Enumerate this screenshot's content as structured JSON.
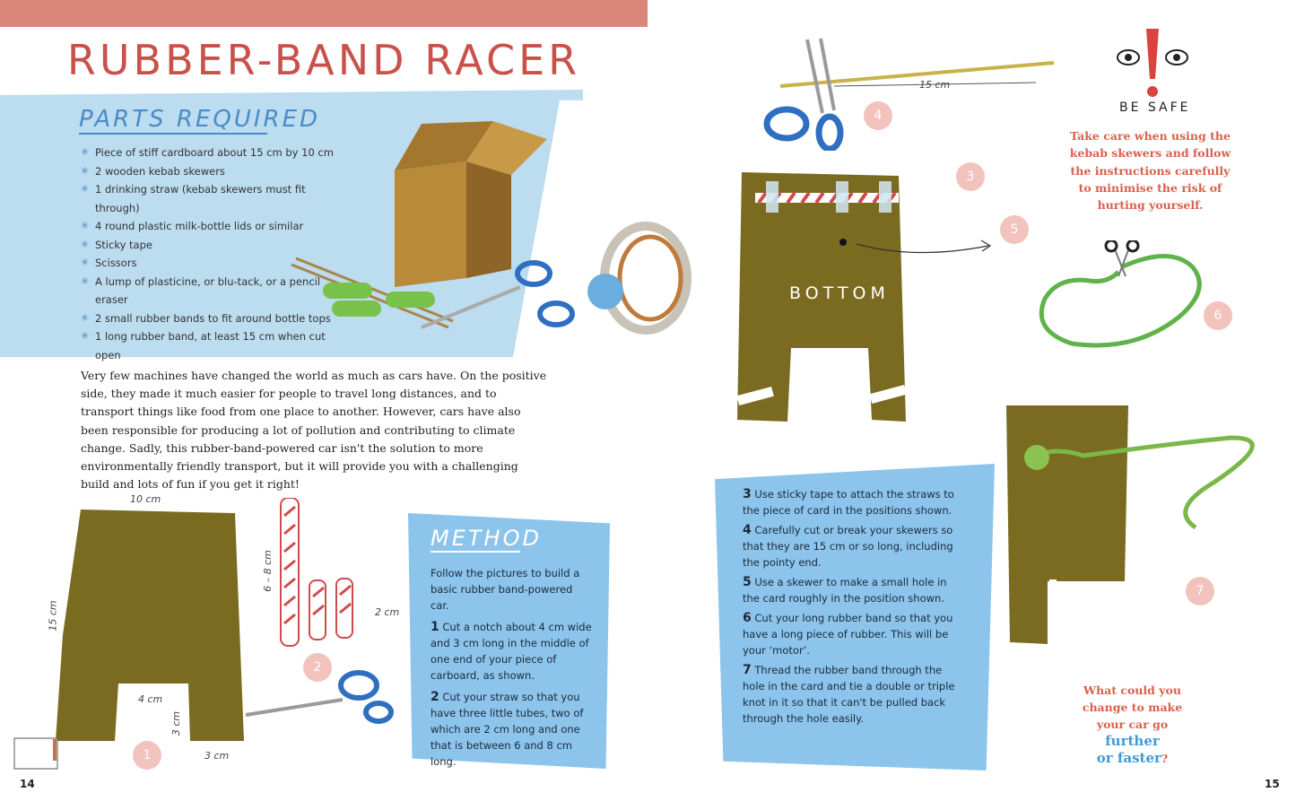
{
  "title": "RUBBER-BAND RACER",
  "parts": {
    "heading": "PARTS REQUIRED",
    "items": [
      "Piece of stiff cardboard about 15 cm by 10 cm",
      "2 wooden kebab skewers",
      "1 drinking straw (kebab skewers must fit through)",
      "4 round plastic milk-bottle lids or similar",
      "Sticky tape",
      "Scissors",
      "A lump of plasticine, or blu-tack, or a pencil eraser",
      "2 small rubber bands to fit around bottle tops",
      "1 long rubber band, at least 15 cm when cut open"
    ]
  },
  "intro": "Very few machines have changed the world as much as cars have. On the positive side, they made it much easier for people to travel long distances, and to transport things like food from one place to another. However, cars have also been responsible for producing a lot of pollution and contributing to climate change. Sadly, this rubber-band-powered car isn't the solution to more environmentally friendly transport, but it will provide you with a challenging build and lots of fun if you get it right!",
  "dimensions": {
    "card_width": "10 cm",
    "card_height": "15 cm",
    "notch_width": "4 cm",
    "notch_height": "3 cm",
    "leg_width": "3 cm",
    "straw_long": "6 – 8 cm",
    "straw_short": "2 cm",
    "skewer_length": "15 cm"
  },
  "method": {
    "heading": "METHOD",
    "intro": "Follow the pictures to build a basic rubber band-powered car.",
    "steps": [
      {
        "num": "1",
        "text": "Cut a notch about 4 cm wide and 3 cm long in the middle of one end of your piece of carboard, as shown."
      },
      {
        "num": "2",
        "text": "Cut your straw so that you have three little tubes, two of which are 2 cm long and one that is between 6 and 8 cm long."
      },
      {
        "num": "3",
        "text": "Use sticky tape to attach the straws to the piece of card in the positions shown."
      },
      {
        "num": "4",
        "text": "Carefully cut or break your skewers so that they are 15 cm or so long, including the pointy end."
      },
      {
        "num": "5",
        "text": "Use a skewer to make a small hole in the card roughly in the position shown."
      },
      {
        "num": "6",
        "text": "Cut your long rubber band so that you have a long piece of rubber. This will be your ‘motor’."
      },
      {
        "num": "7",
        "text": "Thread the rubber band through the hole in the card and tie a double or triple knot in it so that it can't be pulled back through the hole easily."
      }
    ]
  },
  "badges": [
    "1",
    "2",
    "3",
    "4",
    "5",
    "6",
    "7"
  ],
  "bottom_label": "BOTTOM",
  "safety": {
    "heading": "BE SAFE",
    "text": "Take care when using the kebab skewers and follow the instructions carefully to minimise the risk of hurting yourself."
  },
  "question": {
    "text": "What could you change to make your car go",
    "accent1": "further",
    "accent2": "or faster",
    "end": "?"
  },
  "page_numbers": {
    "left": "14",
    "right": "15"
  },
  "colors": {
    "title_red": "#c9514a",
    "accent_blue": "#4a8cc8",
    "card_brown": "#7a6b21",
    "method_blue": "#8cc4ec"
  }
}
